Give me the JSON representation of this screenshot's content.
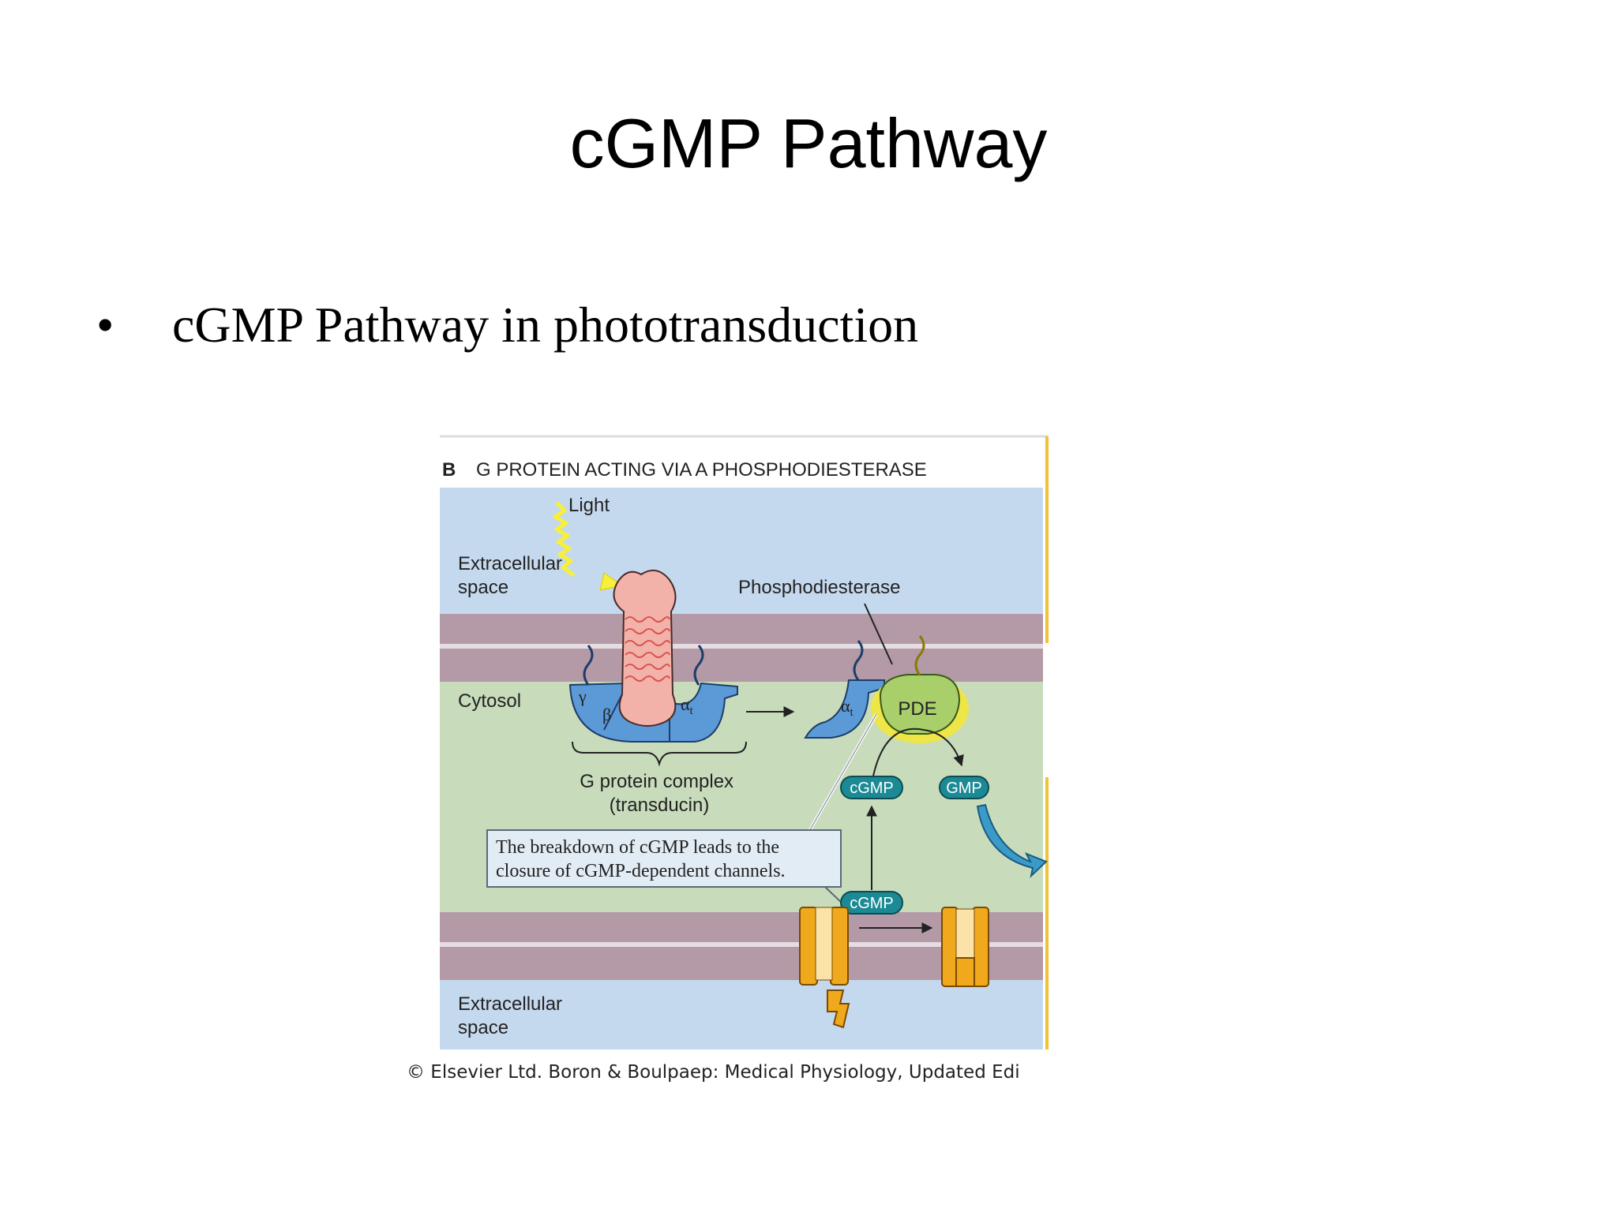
{
  "slide": {
    "title": "cGMP Pathway",
    "bullet": "cGMP Pathway in phototransduction"
  },
  "diagram": {
    "panel_letter": "B",
    "panel_title": "G PROTEIN ACTING VIA A PHOSPHODIESTERASE",
    "light": "Light",
    "extracellular_top": [
      "Extracellular",
      "space"
    ],
    "phosphodiesterase": "Phosphodiesterase",
    "cytosol": "Cytosol",
    "gamma": "γ",
    "beta": "β",
    "alpha_t": "α",
    "alpha_sub": "t",
    "pde": "PDE",
    "g_protein": [
      "G protein complex",
      "(transducin)"
    ],
    "cgmp": "cGMP",
    "gmp": "GMP",
    "callout": [
      "The breakdown of cGMP leads to the",
      "closure of cGMP-dependent channels."
    ],
    "extracellular_bottom": [
      "Extracellular",
      "space"
    ],
    "copyright": "© Elsevier Ltd. Boron & Boulpaep: Medical Physiology, Updated Edi"
  },
  "colors": {
    "extracellular": "#c5d9ee",
    "membrane": "#b39aa6",
    "cytosol": "#c8dcbc",
    "g_protein_blue": "#5b9ad6",
    "receptor_pink": "#f2b2aa",
    "pde_green": "#a9cf6a",
    "pde_glow": "#f5e632",
    "cgmp_teal": "#1b8a95",
    "channel_orange": "#f0a81c"
  }
}
